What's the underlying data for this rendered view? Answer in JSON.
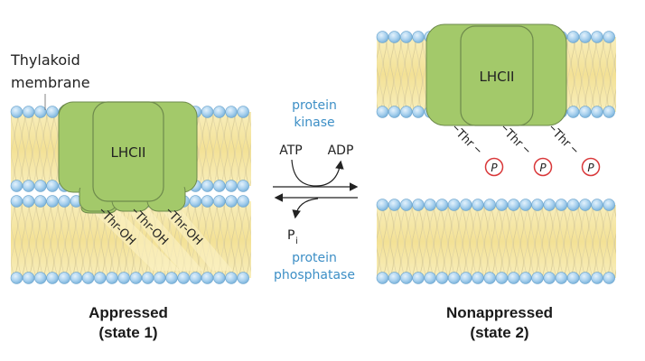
{
  "labels": {
    "membrane": [
      "Thylakoid",
      "membrane"
    ],
    "lhcii_left": "LHCII",
    "lhcii_right": "LHCII",
    "thr_oh": "Thr-OH",
    "thr_p": "Thr",
    "phosphate": "P",
    "kinase": [
      "protein",
      "kinase"
    ],
    "phosphatase": [
      "protein",
      "phosphatase"
    ],
    "atp": "ATP",
    "adp": "ADP",
    "pi_main": "P",
    "pi_sub": "i",
    "state1": [
      "Appressed",
      "(state 1)"
    ],
    "state2": [
      "Nonappressed",
      "(state 2)"
    ]
  },
  "colors": {
    "protein": "#a3c96a",
    "protein_stroke": "#6e8a4c",
    "lipid_head": "#a9d1ee",
    "lipid_head_stroke": "#6aa3cc",
    "lipid_tail": "#f6e8a6",
    "enzyme_text": "#3d8fc6",
    "phosphate_ring": "#d9383a"
  },
  "icons": {
    "phosphate": "circled-p-icon",
    "reaction_arrows": "equilibrium-arrows-icon"
  }
}
